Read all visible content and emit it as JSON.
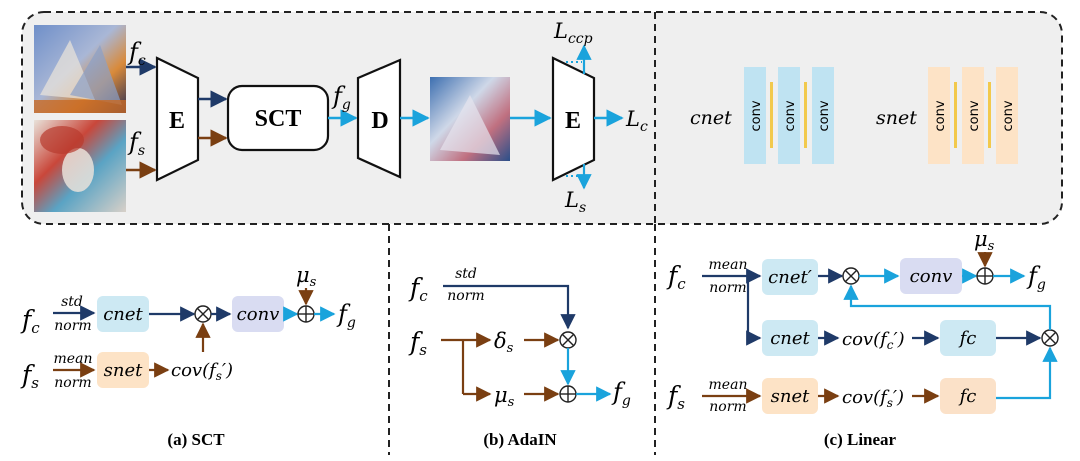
{
  "colors": {
    "navy": "#1f3a68",
    "brown": "#7a3f12",
    "cyan": "#1aa3dc",
    "panel_bg": "#efefef",
    "cnet_fill": "#cde9f3",
    "snet_fill": "#fde3c6",
    "conv_fill": "#d9dcf2",
    "fc_fill": "#fbe1c8",
    "bar_yellow": "#f2c94c"
  },
  "top": {
    "fc": "f",
    "fc_sub": "c",
    "fs": "f",
    "fs_sub": "s",
    "encoder": "E",
    "sct": "SCT",
    "fg": "f",
    "fg_sub": "g",
    "decoder": "D",
    "encoder2": "E",
    "L_ccp": "L",
    "L_ccp_sub": "ccp",
    "L_c": "L",
    "L_c_sub": "c",
    "L_s": "L",
    "L_s_sub": "s",
    "cnet": "cnet",
    "snet": "snet",
    "conv": "conv"
  },
  "panel_a": {
    "fc": "f",
    "fc_sub": "c",
    "fs": "f",
    "fs_sub": "s",
    "std": "std",
    "norm": "norm",
    "mean": "mean",
    "norm2": "norm",
    "cnet": "cnet",
    "snet": "snet",
    "conv": "conv",
    "cov": "cov(f",
    "cov_sub": "s",
    "cov_end": "′)",
    "mu": "μ",
    "mu_sub": "s",
    "fg": "f",
    "fg_sub": "g",
    "caption": "(a) SCT"
  },
  "panel_b": {
    "fc": "f",
    "fc_sub": "c",
    "fs": "f",
    "fs_sub": "s",
    "std": "std",
    "norm": "norm",
    "delta": "δ",
    "delta_sub": "s",
    "mu": "μ",
    "mu_sub": "s",
    "fg": "f",
    "fg_sub": "g",
    "caption": "(b) AdaIN"
  },
  "panel_c": {
    "fc": "f",
    "fc_sub": "c",
    "fs": "f",
    "fs_sub": "s",
    "mean": "mean",
    "norm": "norm",
    "mean2": "mean",
    "norm2": "norm",
    "cnet_prime": "cnet′",
    "cnet": "cnet",
    "snet": "snet",
    "conv": "conv",
    "cov_c": "cov(f",
    "cov_c_sub": "c",
    "cov_end": "′)",
    "cov_s": "cov(f",
    "cov_s_sub": "s",
    "fc_box": "fc",
    "fc_box2": "fc",
    "mu": "μ",
    "mu_sub": "s",
    "fg": "f",
    "fg_sub": "g",
    "caption": "(c) Linear"
  }
}
